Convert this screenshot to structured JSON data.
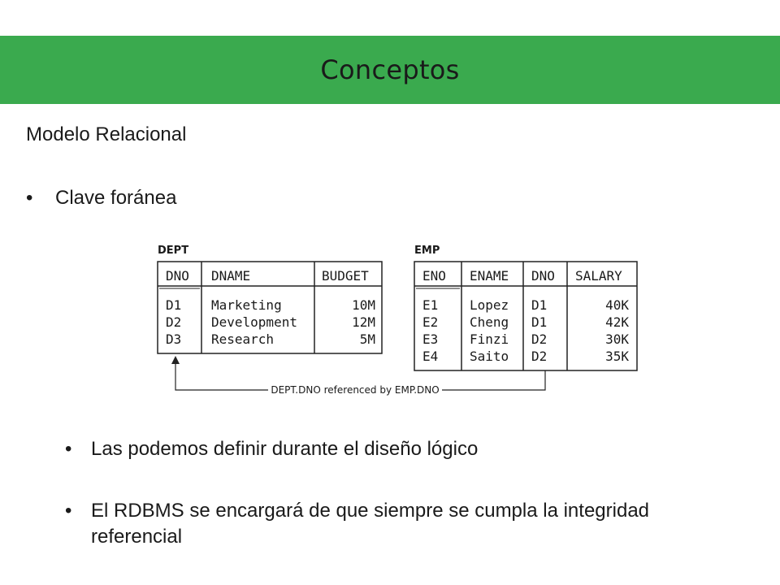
{
  "slide": {
    "title": "Conceptos",
    "subtitle": "Modelo Relacional",
    "bullets": {
      "clave": "Clave foránea",
      "definir": "Las podemos definir durante el diseño lógico",
      "rdbms": "El RDBMS se encargará de que siempre se cumpla la integridad referencial"
    },
    "bullet_glyph": "•",
    "accent_color": "#3aaa4e"
  },
  "diagram": {
    "dept": {
      "name": "DEPT",
      "headers": [
        "DNO",
        "DNAME",
        "BUDGET"
      ],
      "rows": [
        [
          "D1",
          "Marketing",
          "10M"
        ],
        [
          "D2",
          "Development",
          "12M"
        ],
        [
          "D3",
          "Research",
          "5M"
        ]
      ]
    },
    "emp": {
      "name": "EMP",
      "headers": [
        "ENO",
        "ENAME",
        "DNO",
        "SALARY"
      ],
      "rows": [
        [
          "E1",
          "Lopez",
          "D1",
          "40K"
        ],
        [
          "E2",
          "Cheng",
          "D1",
          "42K"
        ],
        [
          "E3",
          "Finzi",
          "D2",
          "30K"
        ],
        [
          "E4",
          "Saito",
          "D2",
          "35K"
        ]
      ]
    },
    "reference": {
      "left": "DEPT.DNO",
      "middle": "referenced by",
      "right": "EMP.DNO"
    }
  }
}
